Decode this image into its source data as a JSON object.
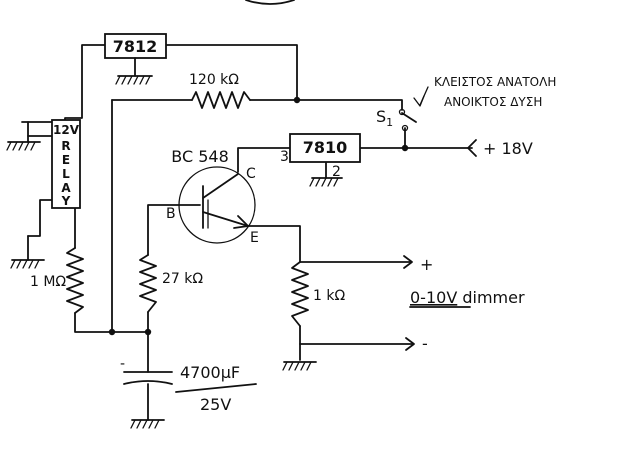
{
  "regulators": {
    "top": "7812",
    "middle": "7810"
  },
  "pins": {
    "r7810_in": "3",
    "r7810_gnd": "2"
  },
  "resistors": {
    "r_top": "120 kΩ",
    "r_base": "27 kΩ",
    "r_relay": "1 MΩ",
    "r_output": "1 kΩ"
  },
  "relay": {
    "top_label": "12V",
    "letters": [
      "R",
      "E",
      "L",
      "A",
      "Y"
    ]
  },
  "transistor": {
    "name": "BC 548",
    "collector": "C",
    "base": "B",
    "emitter": "E"
  },
  "switch": {
    "name": "S",
    "subscript": "1",
    "note_line1": "ΚΛΕΙΣΤΟΣ ΑΝΑΤΟΛΗ",
    "note_line2": "ΑΝΟΙΚΤΟΣ ΔΥΣΗ"
  },
  "supply": {
    "label": "+ 18V"
  },
  "capacitor": {
    "value": "4700μF",
    "voltage": "25V"
  },
  "output": {
    "plus": "+",
    "minus": "-",
    "label_underlined": "0-10V",
    "label_rest": " dimmer"
  }
}
